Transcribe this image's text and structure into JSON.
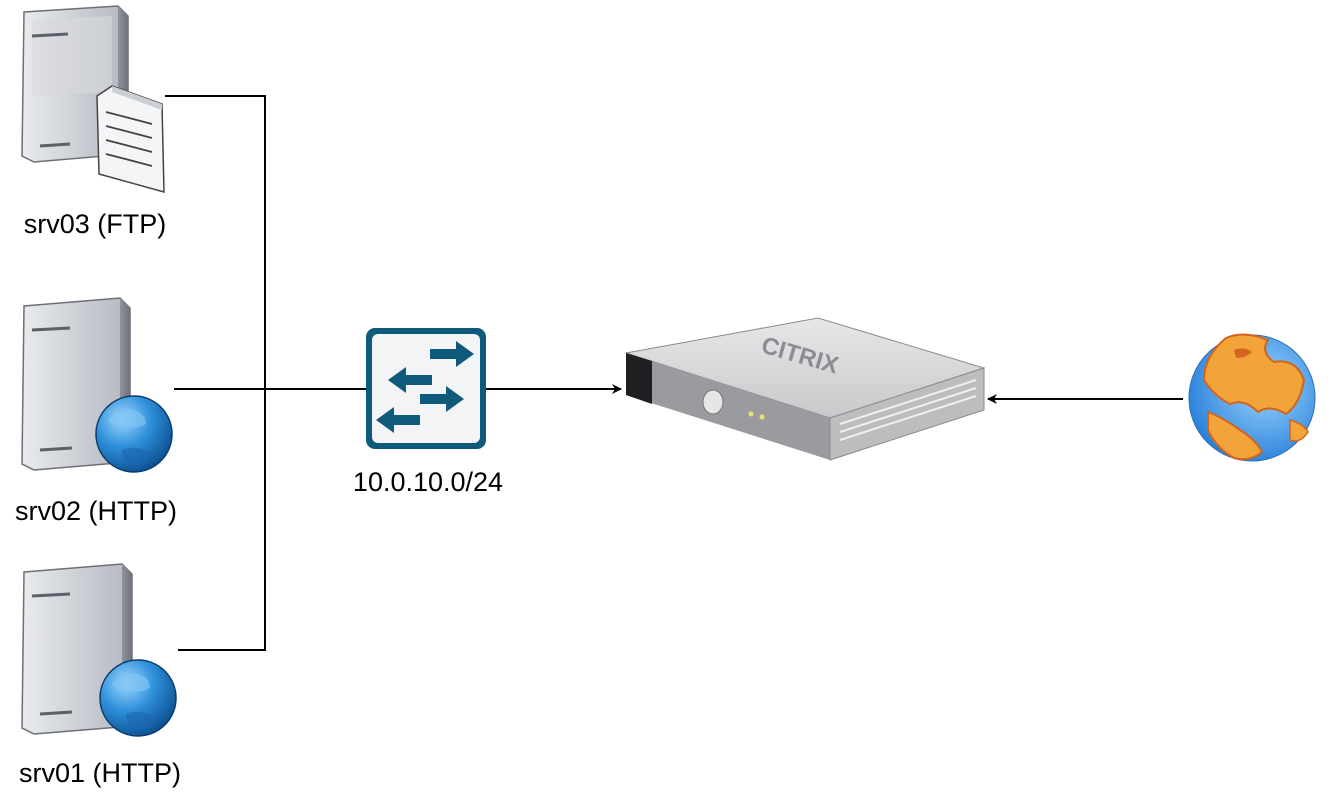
{
  "servers": [
    {
      "label": "srv03 (FTP)",
      "icon": "ftp-server-icon"
    },
    {
      "label": "srv02 (HTTP)",
      "icon": "web-server-icon"
    },
    {
      "label": "srv01 (HTTP)",
      "icon": "web-server-icon"
    }
  ],
  "switch": {
    "label": "10.0.10.0/24",
    "icon": "network-switch-icon",
    "color": "#0f5a7a"
  },
  "appliance": {
    "brand": "CITRIX",
    "icon": "citrix-netscaler-appliance-icon"
  },
  "internet": {
    "icon": "internet-globe-icon"
  },
  "colors": {
    "connector": "#000000",
    "server_body": "#b9bcc2",
    "globe_blue": "#2f8fd8",
    "globe_land": "#f2a33a"
  }
}
